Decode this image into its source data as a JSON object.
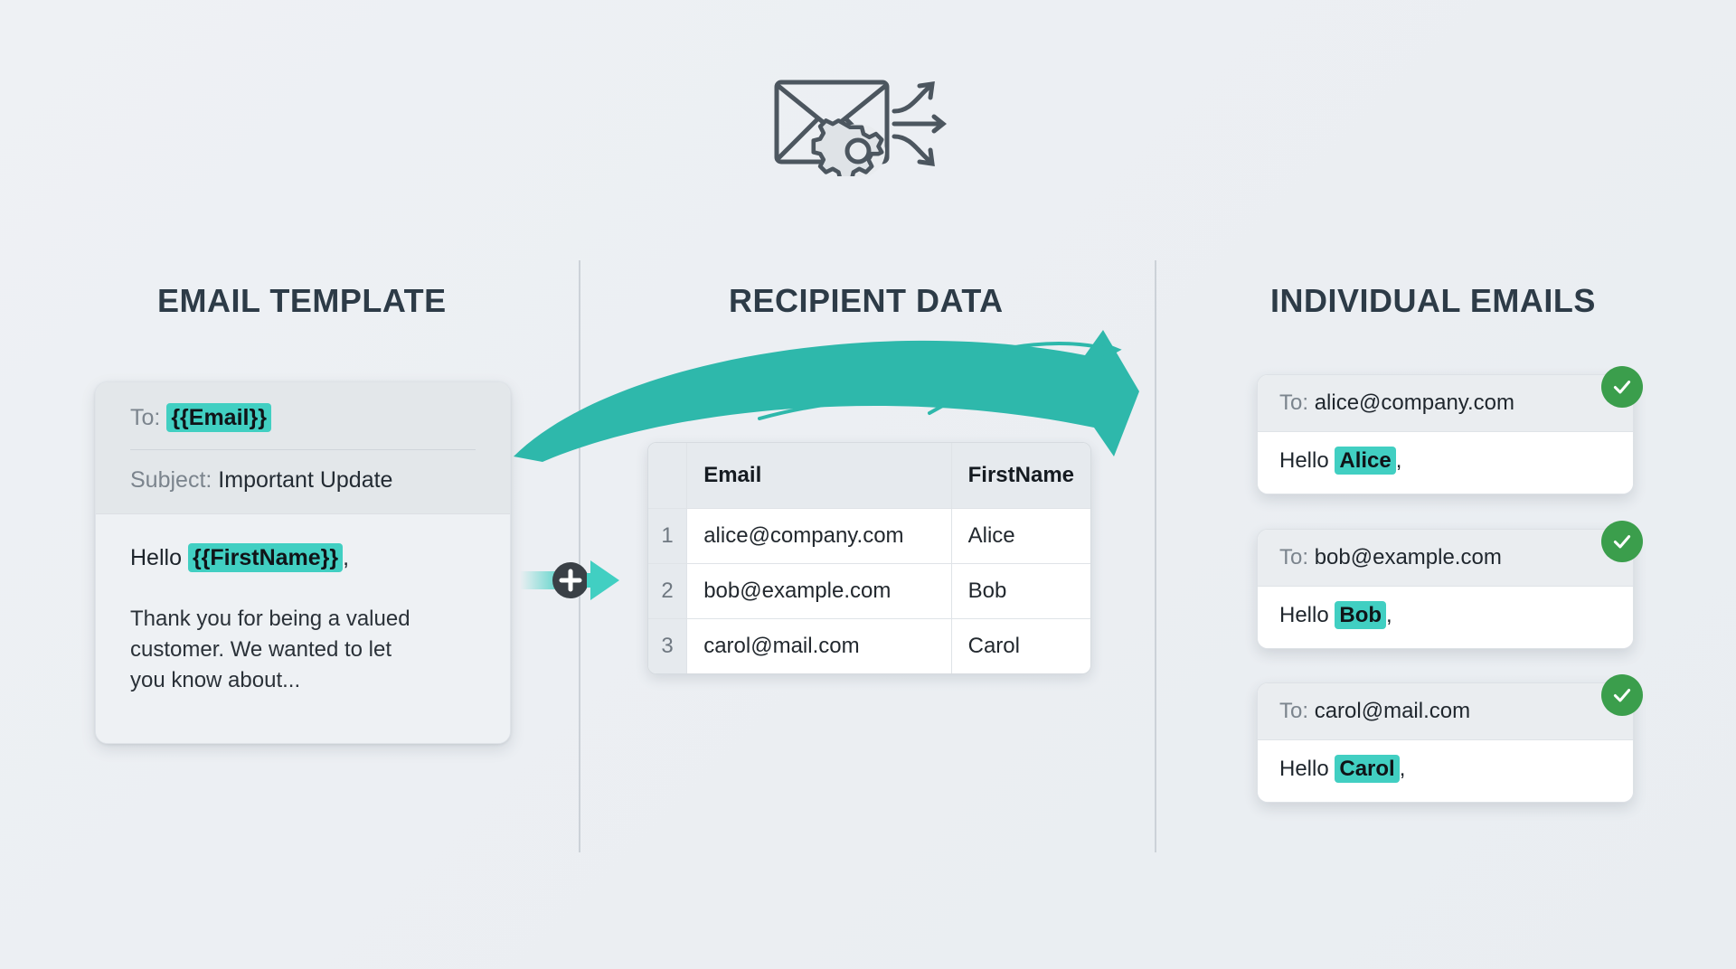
{
  "header": {
    "icon": "envelope-gear-arrows-icon"
  },
  "columns": {
    "template_title": "EMAIL TEMPLATE",
    "data_title": "RECIPIENT DATA",
    "results_title": "INDIVIDUAL EMAILS"
  },
  "template": {
    "to_label": "To:",
    "to_token": "{{Email}}",
    "subject_label": "Subject:",
    "subject_value": "Important Update",
    "greeting_prefix": "Hello",
    "greeting_token": "{{FirstName}}",
    "greeting_suffix": ",",
    "body": "Thank you for being a valued customer. We wanted to let you know about..."
  },
  "connector": {
    "icon": "plus-circle-icon",
    "arrow": "merge-arrow-icon"
  },
  "flow_arrow": {
    "icon": "curved-flow-arrow-icon",
    "color": "#2eb8ab"
  },
  "recipients": {
    "columns": [
      "",
      "Email",
      "FirstName"
    ],
    "rows": [
      {
        "index": "1",
        "email": "alice@company.com",
        "first_name": "Alice"
      },
      {
        "index": "2",
        "email": "bob@example.com",
        "first_name": "Bob"
      },
      {
        "index": "3",
        "email": "carol@mail.com",
        "first_name": "Carol"
      }
    ]
  },
  "results": [
    {
      "to_label": "To:",
      "to_value": "alice@company.com",
      "greeting_prefix": "Hello",
      "greeting_name": "Alice",
      "greeting_suffix": ",",
      "status_icon": "check-circle-icon"
    },
    {
      "to_label": "To:",
      "to_value": "bob@example.com",
      "greeting_prefix": "Hello",
      "greeting_name": "Bob",
      "greeting_suffix": ",",
      "status_icon": "check-circle-icon"
    },
    {
      "to_label": "To:",
      "to_value": "carol@mail.com",
      "greeting_prefix": "Hello",
      "greeting_name": "Carol",
      "greeting_suffix": ",",
      "status_icon": "check-circle-icon"
    }
  ],
  "colors": {
    "accent_teal": "#41cfc2",
    "arrow_teal": "#2eb8ab",
    "success_green": "#3b9e4c",
    "heading": "#2d3b47",
    "background": "#eef1f4"
  }
}
